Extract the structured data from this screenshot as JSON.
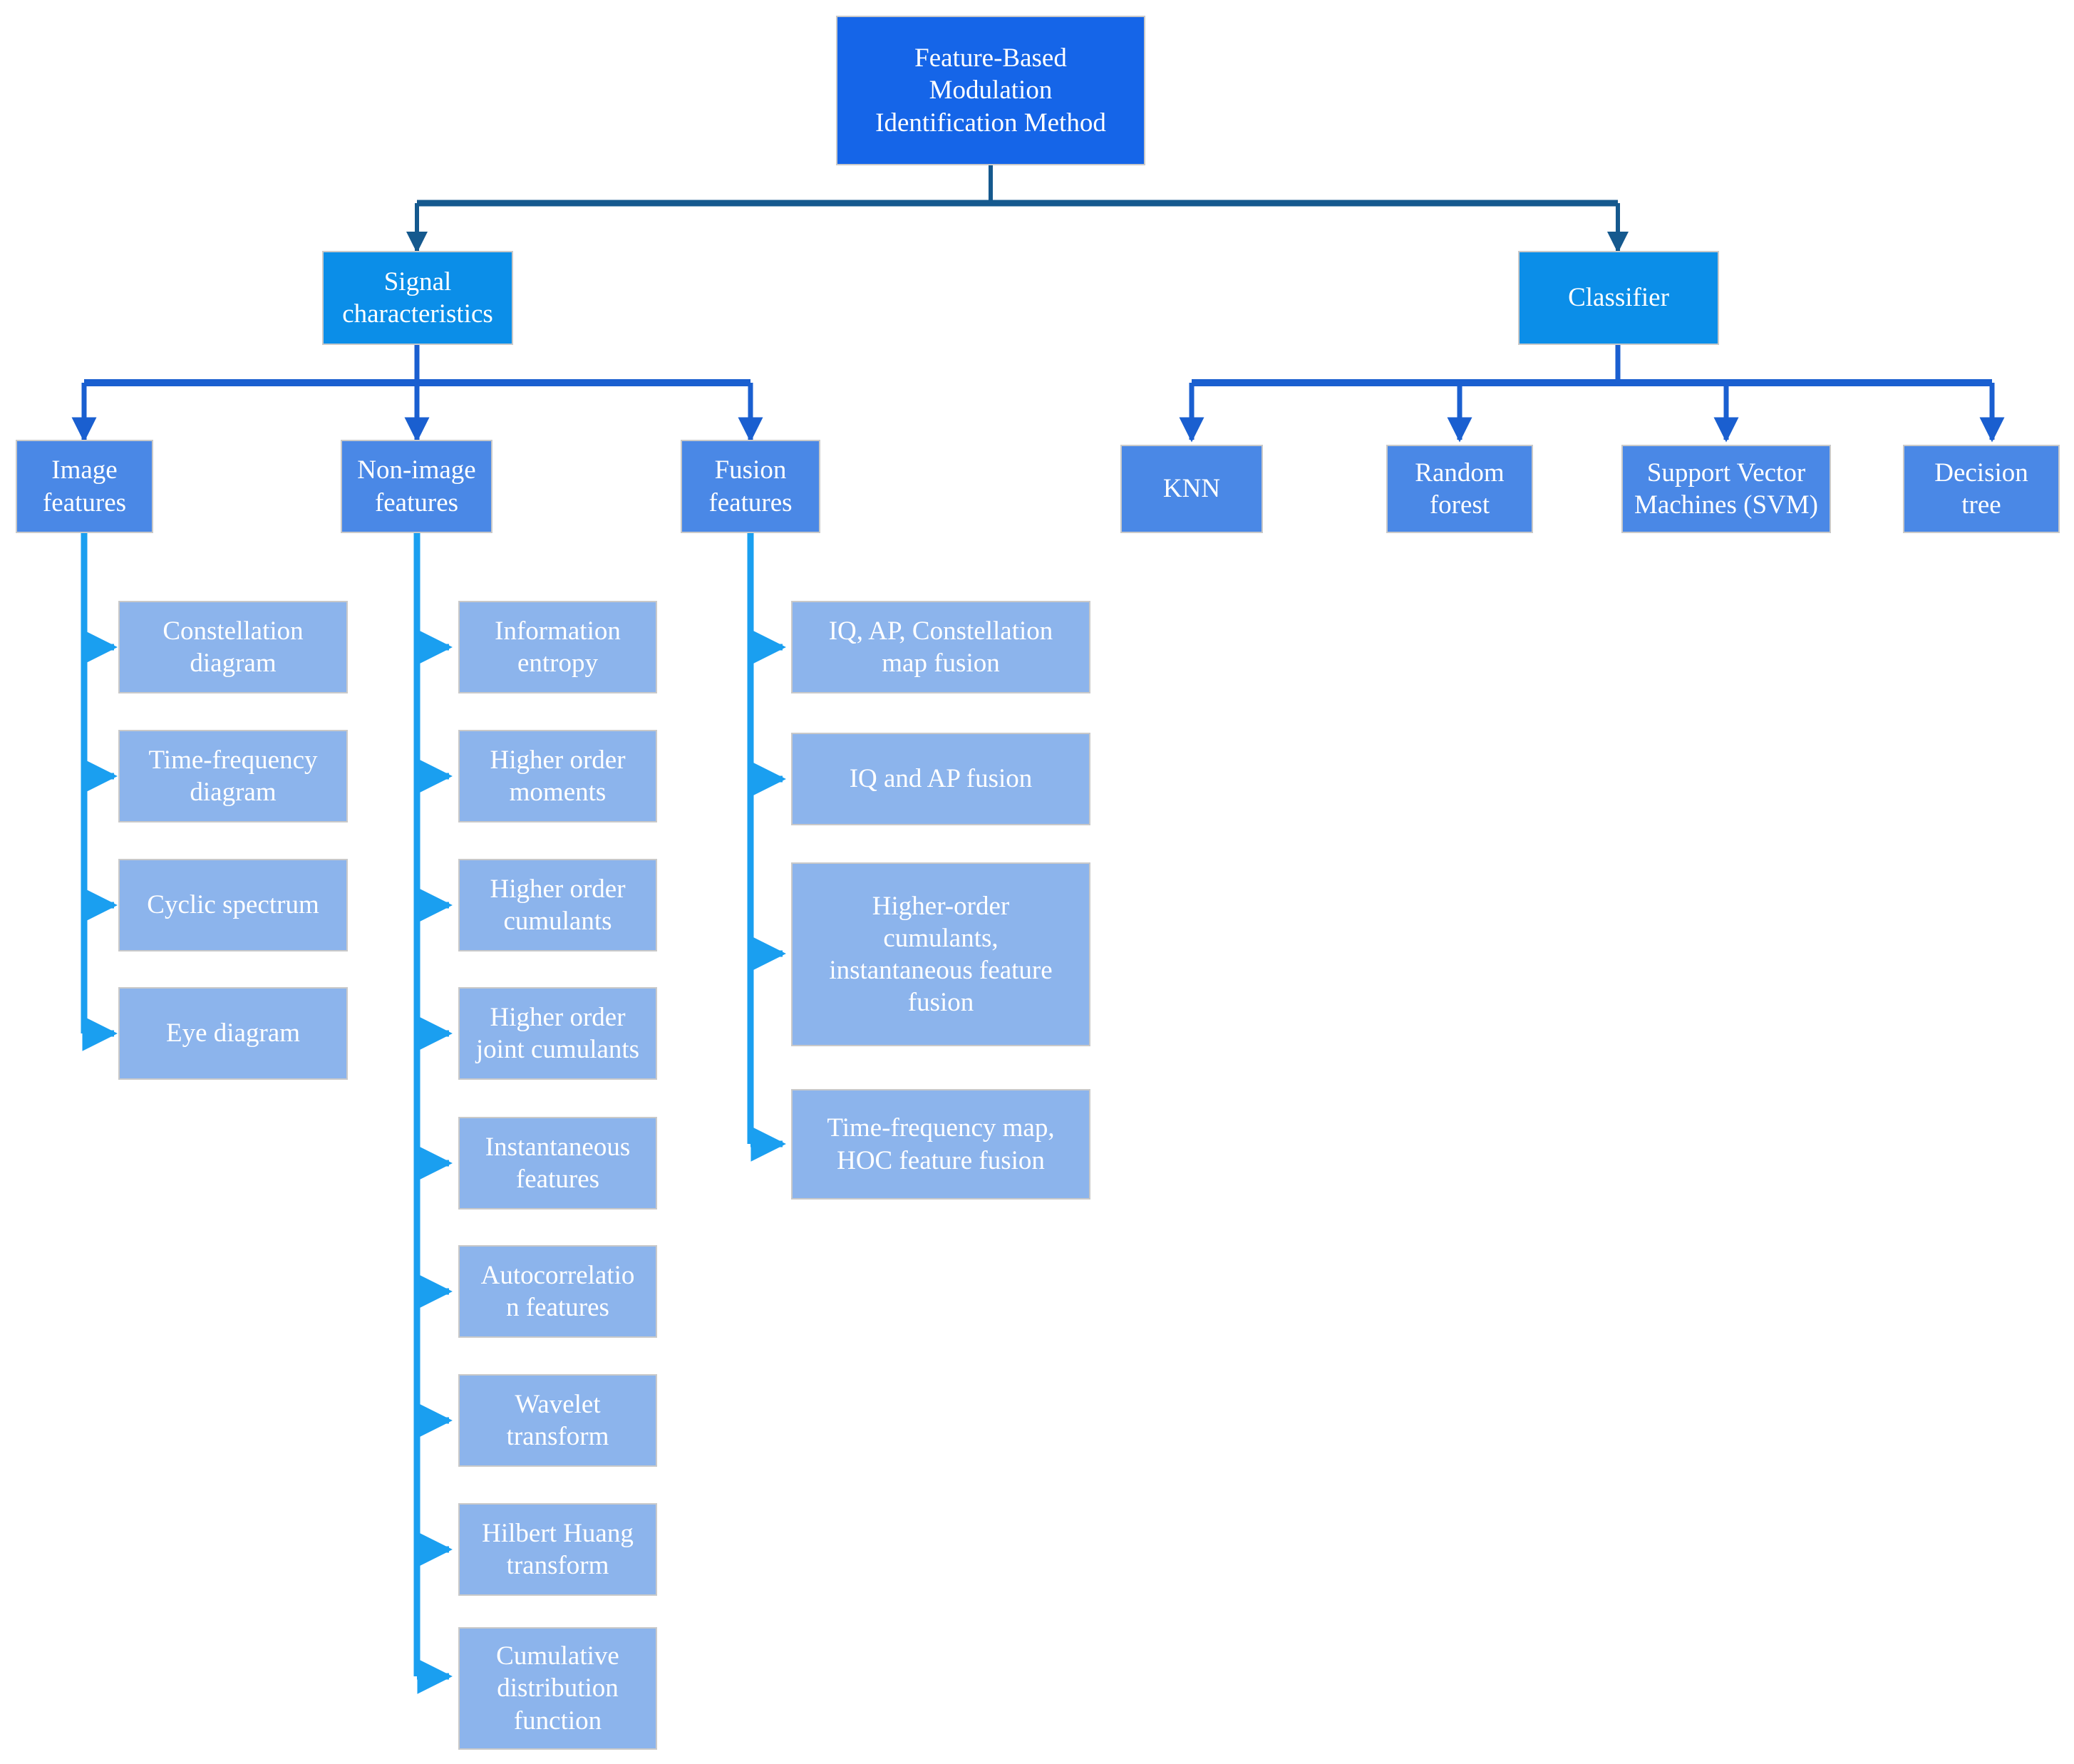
{
  "diagram": {
    "title_node": {
      "label": "Feature-Based\nModulation\nIdentification Method",
      "color": "#1565e8"
    },
    "branches": [
      {
        "label": "Signal\ncharacteristics",
        "color": "#0b8ee8"
      },
      {
        "label": "Classifier",
        "color": "#0b8ee8"
      }
    ],
    "feature_groups": [
      {
        "label": "Image\nfeatures",
        "color": "#4a88e6"
      },
      {
        "label": "Non-image\nfeatures",
        "color": "#4a88e6"
      },
      {
        "label": "Fusion\nfeatures",
        "color": "#4a88e6"
      }
    ],
    "classifiers": [
      {
        "label": "KNN",
        "color": "#4a88e6"
      },
      {
        "label": "Random\nforest",
        "color": "#4a88e6"
      },
      {
        "label": "Support Vector\nMachines (SVM)",
        "color": "#4a88e6"
      },
      {
        "label": "Decision\ntree",
        "color": "#4a88e6"
      }
    ],
    "image_features": [
      {
        "label": "Constellation\ndiagram"
      },
      {
        "label": "Time-frequency\ndiagram"
      },
      {
        "label": "Cyclic spectrum"
      },
      {
        "label": "Eye diagram"
      }
    ],
    "non_image_features": [
      {
        "label": "Information\nentropy"
      },
      {
        "label": "Higher order\nmoments"
      },
      {
        "label": "Higher order\ncumulants"
      },
      {
        "label": "Higher order\njoint cumulants"
      },
      {
        "label": "Instantaneous\nfeatures"
      },
      {
        "label": "Autocorrelatio\nn features"
      },
      {
        "label": "Wavelet\ntransform"
      },
      {
        "label": "Hilbert Huang\ntransform"
      },
      {
        "label": "Cumulative\ndistribution\nfunction"
      }
    ],
    "fusion_features": [
      {
        "label": "IQ, AP, Constellation\nmap fusion"
      },
      {
        "label": "IQ and AP fusion"
      },
      {
        "label": "Higher-order\ncumulants,\ninstantaneous feature\nfusion"
      },
      {
        "label": "Time-frequency map,\nHOC feature fusion"
      }
    ],
    "palette": {
      "root_fill": "#1565e8",
      "level_two_fill": "#0b8ee8",
      "level_three_fill": "#4a88e6",
      "leaf_fill": "#8cb4ec",
      "top_connector": "#15598e",
      "mid_connector": "#1a5fd0",
      "leaf_connector": "#1a9ff0",
      "box_border": "#c9c9c9",
      "label_text": "#ffffff",
      "background": "#ffffff"
    }
  }
}
